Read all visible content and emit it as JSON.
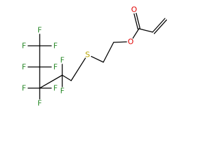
{
  "structure": {
    "atoms": {
      "S": "S",
      "O_ester": "O",
      "O_carbonyl": "O",
      "F": "F"
    },
    "colors": {
      "bond": "#000000",
      "fluorine": "#2a8a2a",
      "sulfur": "#b8a400",
      "oxygen": "#e00000"
    }
  }
}
